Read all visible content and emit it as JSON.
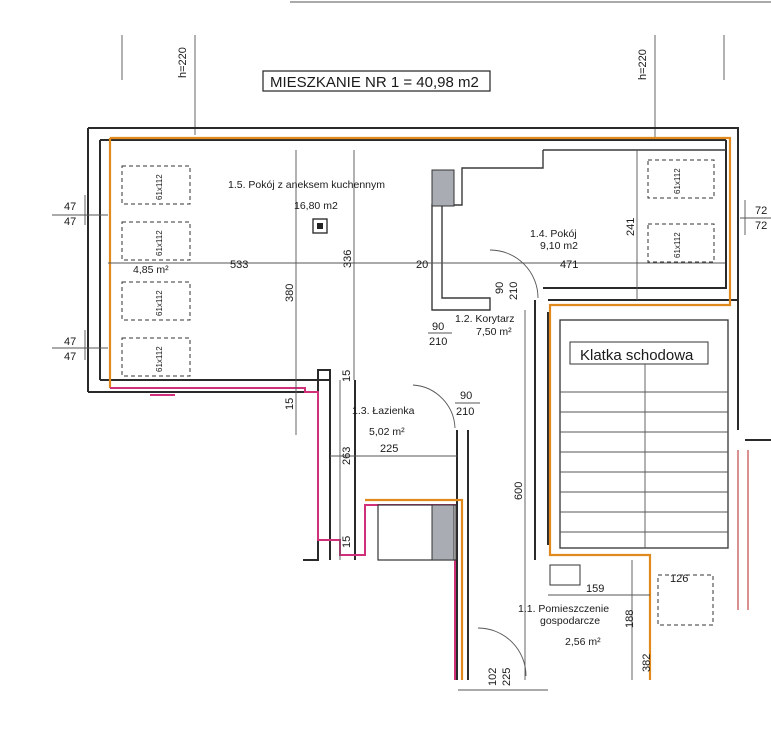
{
  "title": "MIESZKANIE NR 1 = 40,98 m2",
  "heights": [
    "h=220",
    "h=220"
  ],
  "rooms": [
    {
      "name": "1.5. Pokój z aneksem kuchennym",
      "area": "16,80 m2"
    },
    {
      "name": "1.4. Pokój",
      "area": "9,10 m2"
    },
    {
      "name": "1.2. Korytarz",
      "area": "7,50 m²"
    },
    {
      "name": "1.3. Łazienka",
      "area": "5,02 m²"
    },
    {
      "name": "1.1. Pomieszczenie",
      "name2": "gospodarcze",
      "area": "2,56 m²"
    }
  ],
  "stairs_label": "Klatka schodowa",
  "balcony_area": "4,85 m²",
  "window_label": "61x112",
  "dimensions": {
    "w47": "47",
    "w72": "72",
    "d533": "533",
    "d20": "20",
    "d471": "471",
    "d380": "380",
    "d336": "336",
    "d241": "241",
    "d15": "15",
    "d263": "263",
    "d225": "225",
    "d600": "600",
    "d159": "159",
    "d188": "188",
    "d126": "126",
    "d382": "382",
    "d102": "102",
    "door90": "90",
    "door210": "210"
  }
}
